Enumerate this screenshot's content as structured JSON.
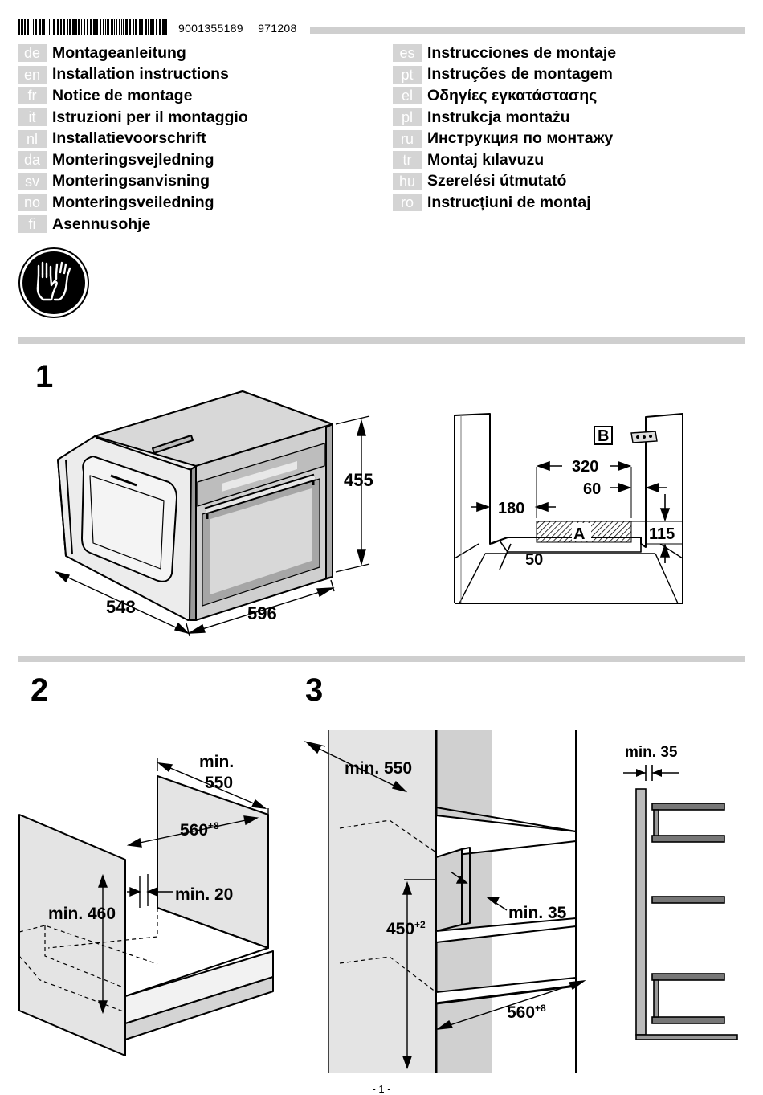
{
  "header": {
    "doc_number": "9001355189",
    "date_code": "971208"
  },
  "languages_left": [
    {
      "code": "de",
      "title": "Montageanleitung"
    },
    {
      "code": "en",
      "title": "Installation instructions"
    },
    {
      "code": "fr",
      "title": "Notice de montage"
    },
    {
      "code": "it",
      "title": "Istruzioni per il montaggio"
    },
    {
      "code": "nl",
      "title": "Installatievoorschrift"
    },
    {
      "code": "da",
      "title": "Monteringsvejledning"
    },
    {
      "code": "sv",
      "title": "Monteringsanvisning"
    },
    {
      "code": "no",
      "title": "Monteringsveiledning"
    },
    {
      "code": "fi",
      "title": "Asennusohje"
    }
  ],
  "languages_right": [
    {
      "code": "es",
      "title": "Instrucciones de montaje"
    },
    {
      "code": "pt",
      "title": "Instruções de montagem"
    },
    {
      "code": "el",
      "title": "Οδηγίες εγκατάστασης"
    },
    {
      "code": "pl",
      "title": "Instrukcja montażu"
    },
    {
      "code": "ru",
      "title": "Инструкция по монтажу"
    },
    {
      "code": "tr",
      "title": "Montaj kılavuzu"
    },
    {
      "code": "hu",
      "title": "Szerelési útmutató"
    },
    {
      "code": "ro",
      "title": "Instrucțiuni de montaj"
    }
  ],
  "icons": {
    "safety": "gloves-icon"
  },
  "step1": {
    "number": "1",
    "oven": {
      "height": "455",
      "depth": "548",
      "width": "596"
    },
    "cavity": {
      "b_label": "B",
      "a_label": "A",
      "d320": "320",
      "d60": "60",
      "d180": "180",
      "d115": "115",
      "d50": "50"
    }
  },
  "step2": {
    "number": "2",
    "min550_line1": "min.",
    "min550_line2": "550",
    "width_base": "560",
    "width_sup": "+8",
    "min20": "min. 20",
    "min460": "min. 460"
  },
  "step3": {
    "number": "3",
    "min550": "min. 550",
    "height_base": "450",
    "height_sup": "+2",
    "min35_inner": "min. 35",
    "width_base": "560",
    "width_sup": "+8",
    "min35_side": "min. 35"
  },
  "footer": {
    "page": "- 1 -"
  }
}
